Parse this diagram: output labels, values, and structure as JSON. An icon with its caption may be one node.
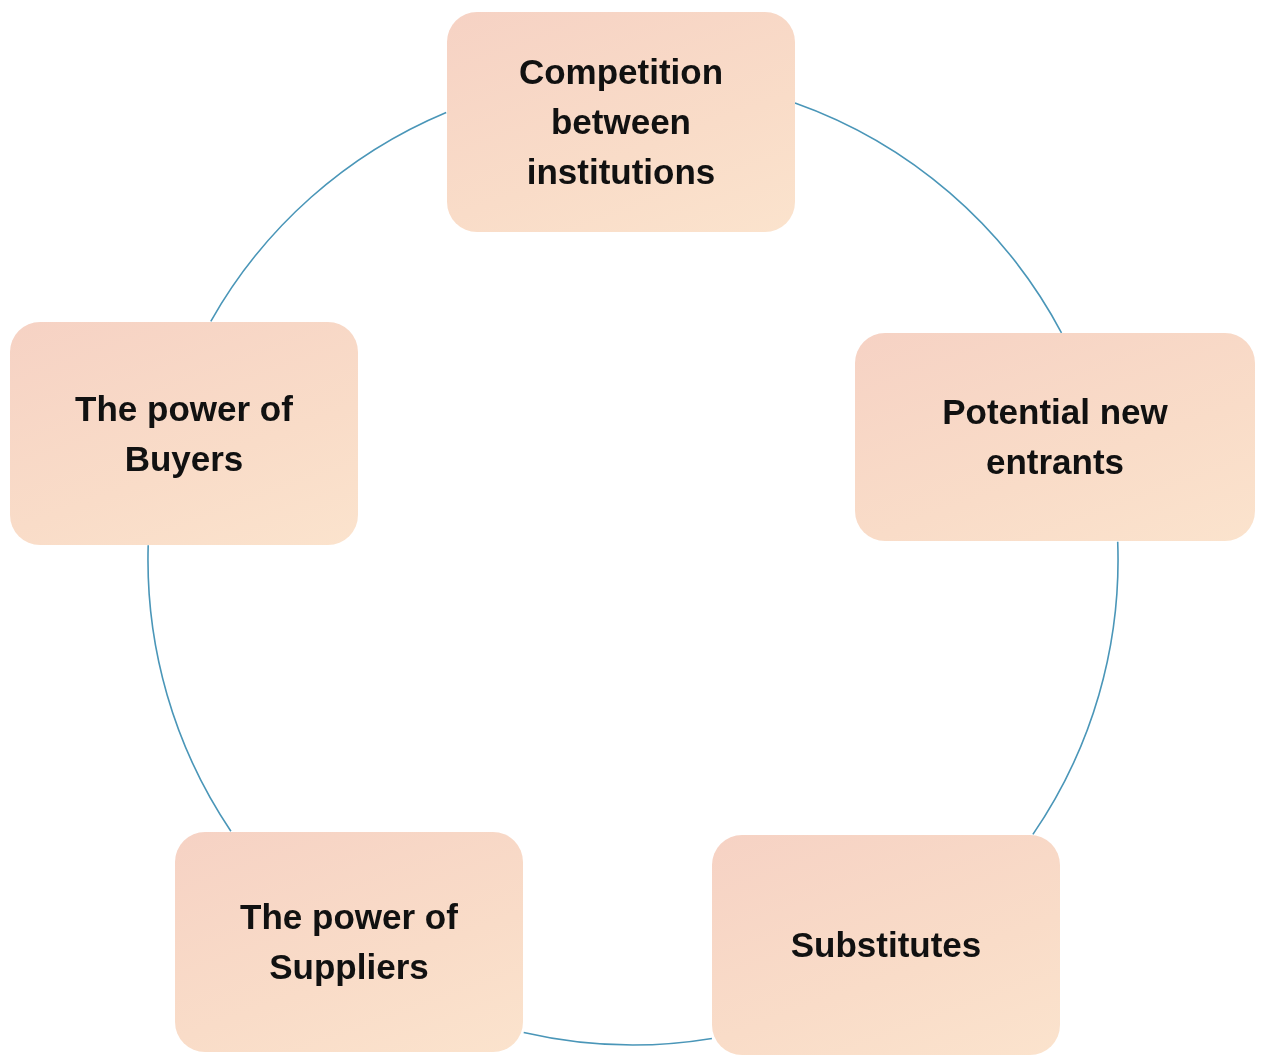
{
  "diagram": {
    "nodes": [
      {
        "text": [
          "Competition between institutions"
        ]
      },
      {
        "text": [
          "Potential new entrants"
        ]
      },
      {
        "text": [
          "Substitutes"
        ]
      },
      {
        "text": [
          "The power of Suppliers"
        ]
      },
      {
        "text": [
          "The power of Buyers"
        ]
      }
    ],
    "edges": [
      {
        "from": 0,
        "to": 1,
        "arrow": "none"
      },
      {
        "from": 1,
        "to": 2,
        "arrow": "none"
      },
      {
        "from": 2,
        "to": 3,
        "arrow": "none"
      },
      {
        "from": 3,
        "to": 4,
        "arrow": "none"
      },
      {
        "from": 4,
        "to": 0,
        "arrow": "none"
      }
    ]
  }
}
